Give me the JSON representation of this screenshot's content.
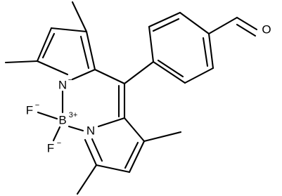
{
  "molecule": {
    "atoms": {
      "n_top": "N",
      "n_top_charge": "−",
      "n_bottom": "N",
      "boron": "B",
      "boron_charge": "3+",
      "fluorine_1": "F",
      "fluorine_1_charge": "−",
      "fluorine_2": "F",
      "fluorine_2_charge": "−",
      "oxygen": "O"
    }
  }
}
